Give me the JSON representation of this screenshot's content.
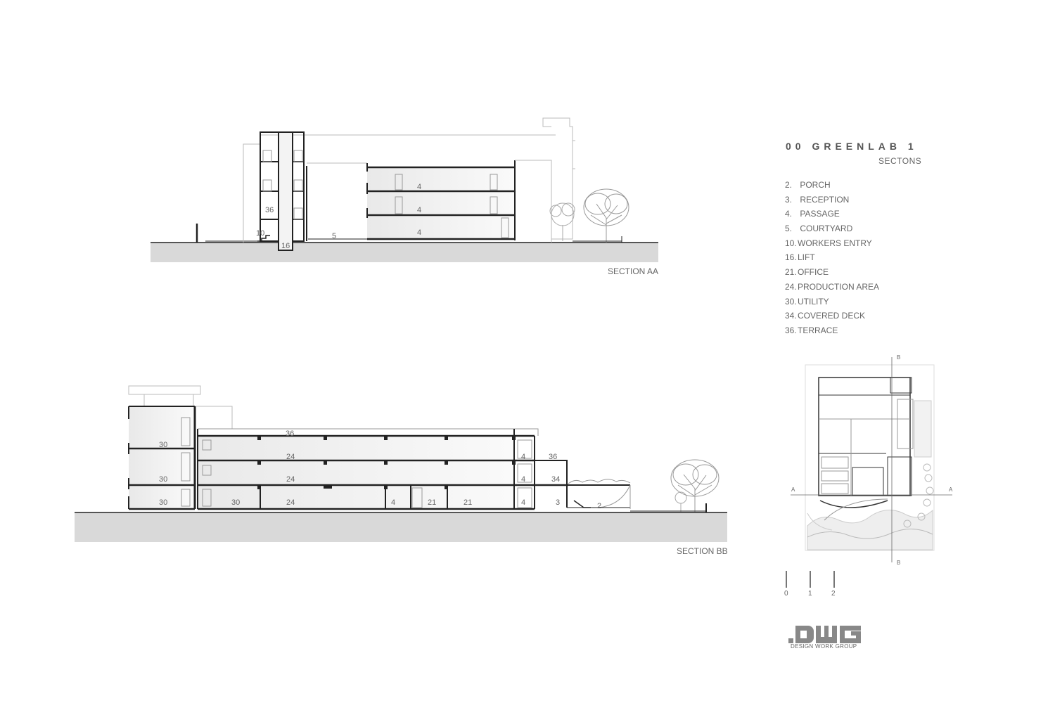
{
  "project": {
    "title": "00 GREENLAB 1",
    "subtitle": "SECTONS"
  },
  "legend": [
    {
      "num": "2.",
      "label": "PORCH"
    },
    {
      "num": "3.",
      "label": "RECEPTION"
    },
    {
      "num": "4.",
      "label": "PASSAGE"
    },
    {
      "num": "5.",
      "label": "COURTYARD"
    },
    {
      "num": "10.",
      "label": "WORKERS  ENTRY"
    },
    {
      "num": "16.",
      "label": "LIFT"
    },
    {
      "num": "21.",
      "label": "OFFICE"
    },
    {
      "num": "24.",
      "label": "PRODUCTION AREA"
    },
    {
      "num": "30.",
      "label": "UTILITY"
    },
    {
      "num": "34.",
      "label": "COVERED DECK"
    },
    {
      "num": "36.",
      "label": "TERRACE"
    }
  ],
  "section_aa": {
    "caption": "SECTION AA",
    "room_tags": [
      "36",
      "10",
      "16",
      "5",
      "4",
      "4",
      "4"
    ]
  },
  "section_bb": {
    "caption": "SECTION BB",
    "room_tags": [
      "36",
      "30",
      "24",
      "4",
      "36",
      "30",
      "24",
      "4",
      "34",
      "30",
      "30",
      "24",
      "4",
      "21",
      "21",
      "4",
      "3",
      "2"
    ]
  },
  "key_plan": {
    "markers": [
      "B",
      "B",
      "A",
      "A"
    ]
  },
  "scale_bar": {
    "ticks": [
      "0",
      "1",
      "2"
    ]
  },
  "logo": {
    "mark": ".DWG",
    "name": "DESIGN WORK GROUP"
  },
  "colors": {
    "ground": "#d9d9d9",
    "line": "#222222",
    "light_line": "#bbbbbb",
    "text": "#666666"
  }
}
